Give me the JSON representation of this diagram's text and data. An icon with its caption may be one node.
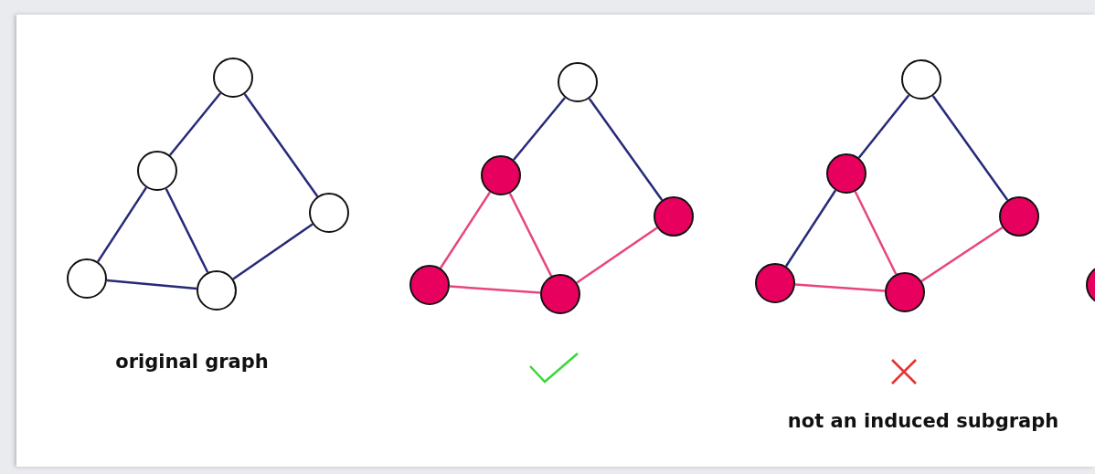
{
  "diagram": {
    "nodes": [
      {
        "text": [],
        "shape": "circle"
      },
      {
        "text": [],
        "shape": "circle"
      },
      {
        "text": [],
        "shape": "circle"
      },
      {
        "text": [],
        "shape": "circle"
      },
      {
        "text": [],
        "shape": "circle"
      },
      {
        "text": [],
        "shape": "circle"
      },
      {
        "text": [],
        "shape": "circle"
      },
      {
        "text": [],
        "shape": "circle"
      },
      {
        "text": [],
        "shape": "circle"
      },
      {
        "text": [],
        "shape": "circle"
      },
      {
        "text": [],
        "shape": "circle"
      },
      {
        "text": [],
        "shape": "circle"
      },
      {
        "text": [],
        "shape": "circle"
      },
      {
        "text": [],
        "shape": "circle"
      },
      {
        "text": [],
        "shape": "circle"
      },
      {
        "text": [],
        "shape": "circle"
      }
    ],
    "edges": [
      {
        "from": 0,
        "to": 1,
        "arrow": "none"
      },
      {
        "from": 0,
        "to": 2,
        "arrow": "none"
      },
      {
        "from": 1,
        "to": 3,
        "arrow": "none"
      },
      {
        "from": 1,
        "to": 4,
        "arrow": "none"
      },
      {
        "from": 3,
        "to": 4,
        "arrow": "none"
      },
      {
        "from": 4,
        "to": 2,
        "arrow": "none"
      },
      {
        "from": 5,
        "to": 6,
        "arrow": "none"
      },
      {
        "from": 5,
        "to": 7,
        "arrow": "none"
      },
      {
        "from": 6,
        "to": 8,
        "arrow": "none",
        "color": "#e8457f"
      },
      {
        "from": 6,
        "to": 9,
        "arrow": "none",
        "color": "#e8457f"
      },
      {
        "from": 8,
        "to": 9,
        "arrow": "none",
        "color": "#e8457f"
      },
      {
        "from": 9,
        "to": 7,
        "arrow": "none",
        "color": "#e8457f"
      },
      {
        "from": 10,
        "to": 11,
        "arrow": "none"
      },
      {
        "from": 10,
        "to": 12,
        "arrow": "none"
      },
      {
        "from": 11,
        "to": 13,
        "arrow": "none"
      },
      {
        "from": 11,
        "to": 14,
        "arrow": "none",
        "color": "#e8457f"
      },
      {
        "from": 13,
        "to": 14,
        "arrow": "none",
        "color": "#e8457f"
      },
      {
        "from": 14,
        "to": 12,
        "arrow": "none",
        "color": "#e8457f"
      }
    ],
    "labels": [
      "original graph",
      "not an induced subgraph"
    ]
  }
}
